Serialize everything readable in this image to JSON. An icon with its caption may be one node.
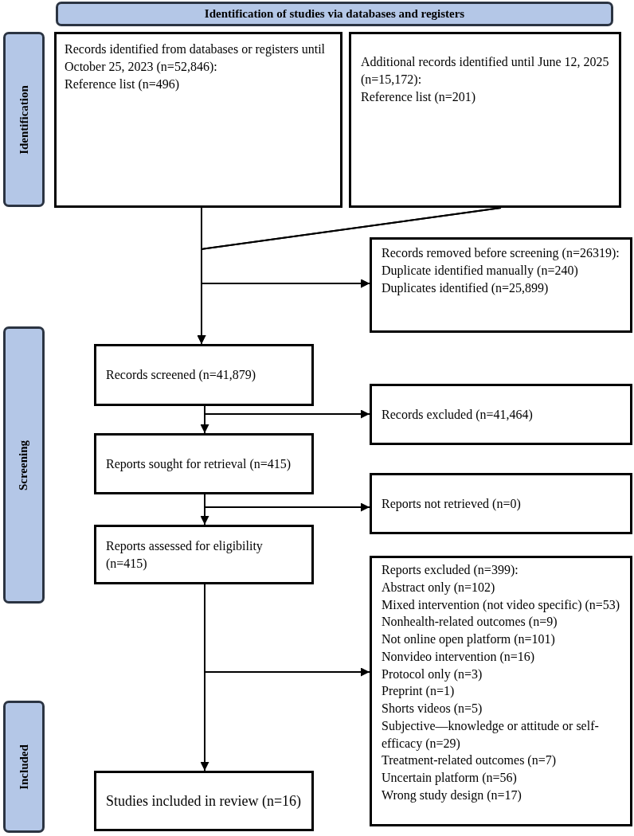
{
  "diagram": {
    "nodes": [
      {
        "text": [
          "Identification of studies via databases and registers"
        ]
      },
      {
        "text": [
          "Identification"
        ]
      },
      {
        "text": [
          "Screening"
        ]
      },
      {
        "text": [
          "Included"
        ]
      },
      {
        "text": [
          "Records identified from databases or registers until October 25, 2023 (n=52,846):",
          "Reference list (n=496)"
        ]
      },
      {
        "text": [
          "Additional records identified until June 12, 2025 (n=15,172):",
          "Reference list (n=201)"
        ]
      },
      {
        "text": [
          "Records removed before screening (n=26319):",
          "Duplicate identified manually (n=240)",
          "Duplicates identified (n=25,899)"
        ]
      },
      {
        "text": [
          "Records screened (n=41,879)"
        ]
      },
      {
        "text": [
          "Records excluded (n=41,464)"
        ]
      },
      {
        "text": [
          "Reports sought for retrieval (n=415)"
        ]
      },
      {
        "text": [
          "Reports not retrieved (n=0)"
        ]
      },
      {
        "text": [
          "Reports assessed for eligibility (n=415)"
        ]
      },
      {
        "text": [
          "Reports excluded (n=399):",
          "Abstract only (n=102)",
          "Mixed intervention (not video specific) (n=53)",
          "Nonhealth-related outcomes (n=9)",
          "Not online open platform (n=101)",
          "Nonvideo intervention (n=16)",
          "Protocol only (n=3)",
          "Preprint (n=1)",
          "Shorts videos (n=5)",
          "Subjective—knowledge or attitude or self-efficacy (n=29)",
          "Treatment-related outcomes (n=7)",
          "Uncertain platform (n=56)",
          "Wrong study design (n=17)"
        ]
      },
      {
        "text": [
          "Studies included in review (n=16)"
        ]
      }
    ],
    "edges": [
      {
        "from": 4,
        "to": 7,
        "arrow": "to"
      },
      {
        "from": 5,
        "to": 7,
        "arrow": "to"
      },
      {
        "from": 4,
        "to": 6,
        "arrow": "to"
      },
      {
        "from": 5,
        "to": 6,
        "arrow": "to"
      },
      {
        "from": 7,
        "to": 9,
        "arrow": "to"
      },
      {
        "from": 7,
        "to": 8,
        "arrow": "to"
      },
      {
        "from": 9,
        "to": 11,
        "arrow": "to"
      },
      {
        "from": 9,
        "to": 10,
        "arrow": "to"
      },
      {
        "from": 11,
        "to": 13,
        "arrow": "to"
      },
      {
        "from": 11,
        "to": 12,
        "arrow": "to"
      }
    ]
  }
}
